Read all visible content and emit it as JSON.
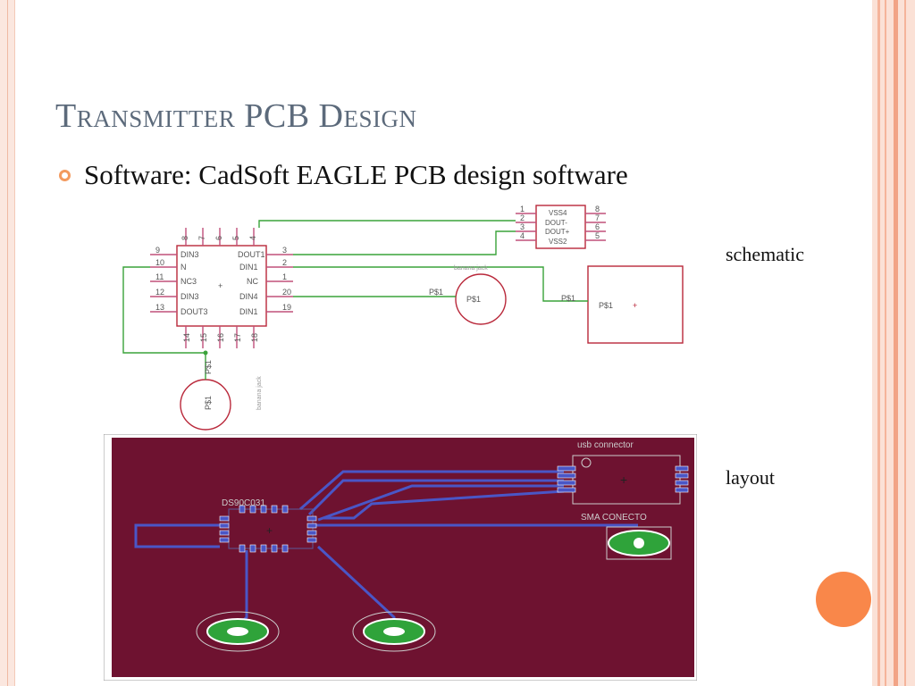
{
  "slide": {
    "title": "Transmitter PCB Design",
    "bullet": "Software: CadSoft EAGLE PCB design software",
    "label_schematic": "schematic",
    "label_layout": "layout"
  },
  "schematic": {
    "chip_pins_left": [
      "9",
      "10",
      "11",
      "12",
      "13"
    ],
    "chip_pins_top": [
      "8",
      "7",
      "6",
      "5",
      "4"
    ],
    "chip_pins_right": [
      "3",
      "2",
      "1",
      "20",
      "19"
    ],
    "chip_pins_bottom": [
      "14",
      "15",
      "16",
      "17",
      "18"
    ],
    "chip_names_left": [
      "DIN3",
      "N",
      "NC3",
      "DIN3",
      "DOUT3"
    ],
    "chip_names_right": [
      "DOUT1",
      "DIN1",
      "NC",
      "DIN4",
      "DIN1"
    ],
    "connector_pins_left": [
      "1",
      "2",
      "3",
      "4"
    ],
    "connector_pins_right": [
      "8",
      "7",
      "6",
      "5"
    ],
    "connector_names": [
      "VSS4",
      "DOUT-",
      "DOUT+",
      "VSS2"
    ],
    "banana_jack_label": "banana jack",
    "banana_jack_label2": "banana jack",
    "part_label": "P$1",
    "plus_sign": "+"
  },
  "layout": {
    "usb_label": "usb connector",
    "chip_label": "DS90C031",
    "sma_label": "SMA CONECTO",
    "board_color": "#6e1230",
    "trace_color": "#4a56c6",
    "pad_color": "#2fa33a"
  },
  "colors": {
    "title": "#5c6a7b",
    "accent": "#f39a5e",
    "orange_dot": "#f9874a",
    "wire": "#3aa33a"
  }
}
